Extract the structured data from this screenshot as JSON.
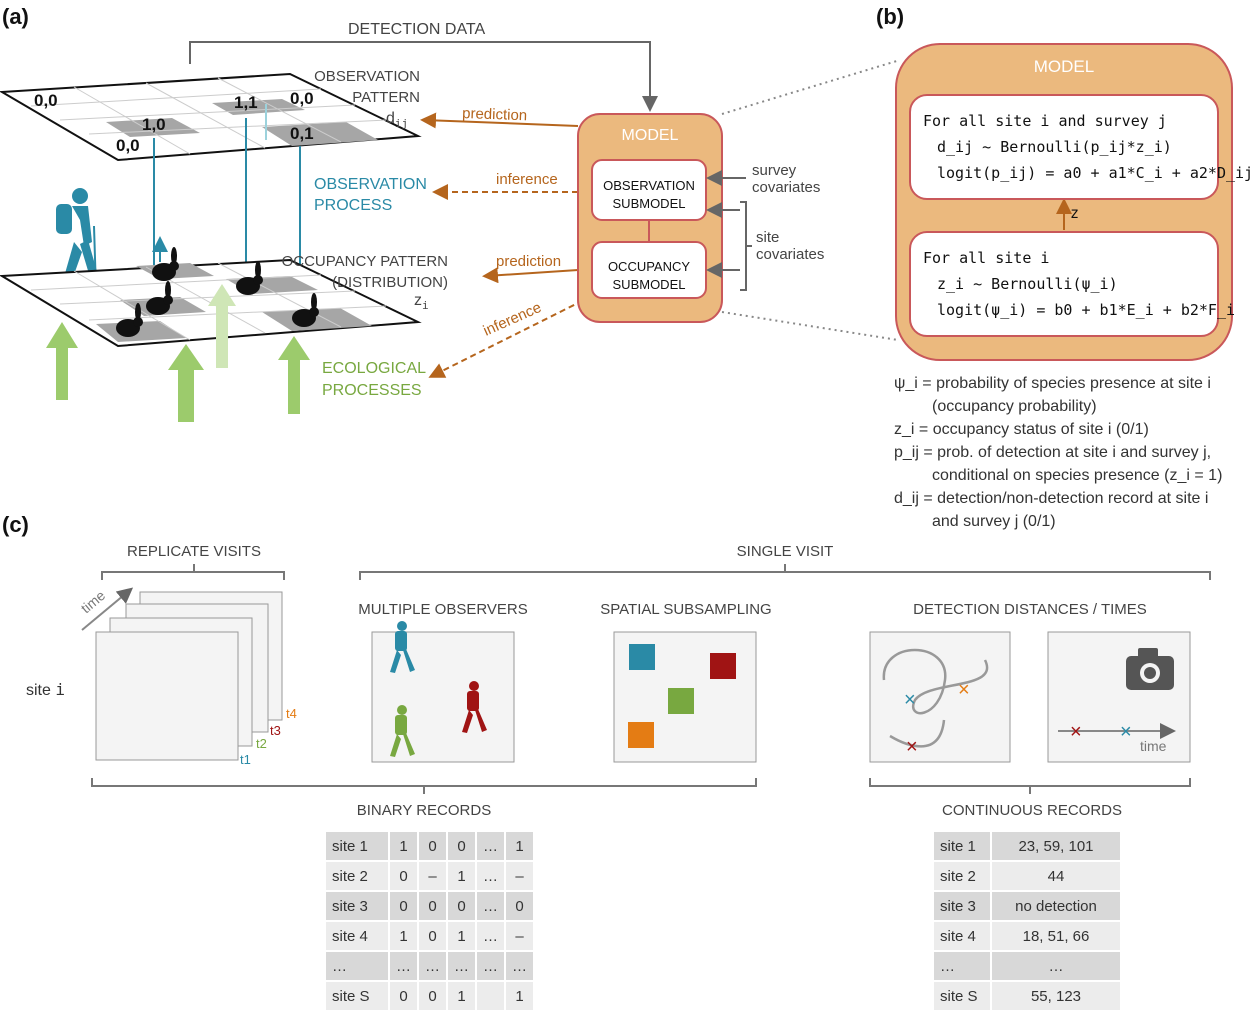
{
  "panel_labels": {
    "a": "(a)",
    "b": "(b)",
    "c": "(c)"
  },
  "colors": {
    "orange": "#b5651d",
    "teal": "#2a8aa6",
    "green": "#78a840",
    "model_fill": "#ebb97e",
    "model_border": "#c9585a",
    "gray": "#777777",
    "dark_red": "#a01414",
    "orange_sq": "#e47c14"
  },
  "panel_a": {
    "detection_data": "DETECTION DATA",
    "observation_pattern": [
      "OBSERVATION",
      "PATTERN"
    ],
    "d_sym": "d",
    "d_sub": "ij",
    "grid_values": [
      "0,0",
      "1,1",
      "0,0",
      "1,0",
      "0,1",
      "0,0"
    ],
    "observation_process": [
      "OBSERVATION",
      "PROCESS"
    ],
    "occupancy_pattern": [
      "OCCUPANCY PATTERN",
      "(DISTRIBUTION)"
    ],
    "z_sym": "z",
    "z_sub": "i",
    "ecological_processes": [
      "ECOLOGICAL",
      "PROCESSES"
    ],
    "prediction_top": "prediction",
    "inference_top": "inference",
    "prediction_bottom": "prediction",
    "inference_bottom": "inference",
    "model_title": "MODEL",
    "observation_submodel": [
      "OBSERVATION",
      "SUBMODEL"
    ],
    "occupancy_submodel": [
      "OCCUPANCY",
      "SUBMODEL"
    ],
    "survey_covariates": [
      "survey",
      "covariates"
    ],
    "site_covariates": [
      "site",
      "covariates"
    ]
  },
  "panel_b": {
    "model_title": "MODEL",
    "obs_line1": "For all site i and survey j",
    "obs_line2": "d_ij ~ Bernoulli(p_ij*z_i)",
    "obs_line3": "logit(p_ij) = a0 + a1*C_i + a2*D_ij",
    "z_link": "z",
    "occ_line1": "For all site i",
    "occ_line2": "z_i ~ Bernoulli(ψ_i)",
    "occ_line3": "logit(ψ_i) = b0 + b1*E_i + b2*F_i",
    "legend": [
      "ψ_i = probability of species presence at site i",
      "(occupancy probability)",
      "z_i = occupancy status of site i (0/1)",
      "p_ij = prob. of detection at site i and survey j,",
      "conditional on species presence (z_i = 1)",
      "d_ij = detection/non-detection record at site i",
      "and survey j (0/1)"
    ]
  },
  "panel_c": {
    "replicate_visits": "REPLICATE VISITS",
    "single_visit": "SINGLE VISIT",
    "multiple_observers": "MULTIPLE OBSERVERS",
    "spatial_subsampling": "SPATIAL SUBSAMPLING",
    "detection_distances": "DETECTION DISTANCES / TIMES",
    "site_label": "site",
    "site_var": "i",
    "time_label": "time",
    "time_axis": "time",
    "t_labels": [
      "t1",
      "t2",
      "t3",
      "t4"
    ],
    "binary_records": "BINARY RECORDS",
    "continuous_records": "CONTINUOUS RECORDS",
    "binary_table": [
      [
        "site 1",
        "1",
        "0",
        "0",
        "…",
        "1"
      ],
      [
        "site 2",
        "0",
        "–",
        "1",
        "…",
        "–"
      ],
      [
        "site 3",
        "0",
        "0",
        "0",
        "…",
        "0"
      ],
      [
        "site 4",
        "1",
        "0",
        "1",
        "…",
        "–"
      ],
      [
        "…",
        "…",
        "…",
        "…",
        "…",
        "…"
      ],
      [
        "site S",
        "0",
        "0",
        "1",
        "",
        "1"
      ]
    ],
    "continuous_table": [
      [
        "site 1",
        "23, 59, 101"
      ],
      [
        "site 2",
        "44"
      ],
      [
        "site 3",
        "no detection"
      ],
      [
        "site 4",
        "18,  51, 66"
      ],
      [
        "…",
        "…"
      ],
      [
        "site S",
        "55, 123"
      ]
    ]
  }
}
